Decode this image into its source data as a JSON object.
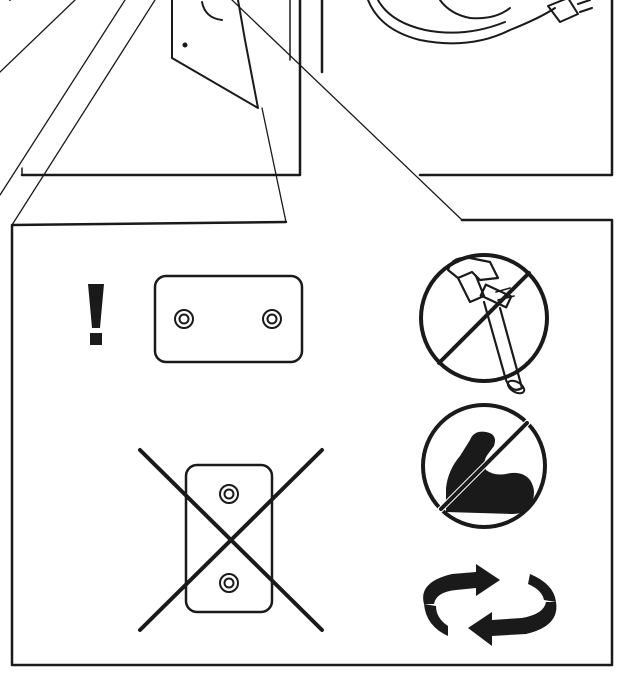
{
  "diagram": {
    "kind": "installation-instruction",
    "top_left_panel": {
      "content": "wall-mount-plate-closeup"
    },
    "top_right_panel": {
      "content": "power-cord-and-plug"
    },
    "detail_panel": {
      "content": "mounting-bracket-orientation",
      "correct_orientation": "horizontal",
      "incorrect_orientation": "vertical",
      "warnings": [
        {
          "id": "no-wrench",
          "icon": "wrench-prohibited-icon"
        },
        {
          "id": "no-force",
          "icon": "arm-muscle-prohibited-icon"
        },
        {
          "id": "rotate",
          "icon": "rotate-arrows-icon"
        }
      ]
    },
    "colors": {
      "ink": "#1a1a1a",
      "paper": "#ffffff"
    }
  }
}
